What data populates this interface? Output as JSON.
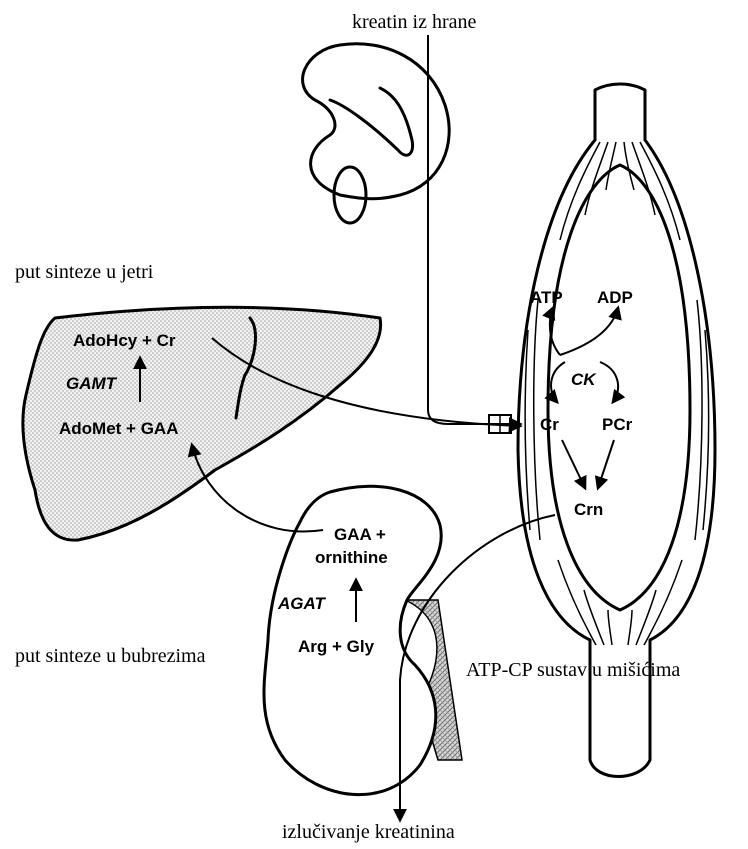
{
  "captions": {
    "dietary": "kreatin iz hrane",
    "liver_path": "put sinteze u jetri",
    "kidney_path": "put sinteze u bubrezima",
    "muscle_system": "ATP-CP sustav u mišićima",
    "excretion": "izlučivanje kreatinina"
  },
  "liver": {
    "product": "AdoHcy + Cr",
    "enzyme": "GAMT",
    "substrate": "AdoMet + GAA"
  },
  "kidney": {
    "product_line1": "GAA +",
    "product_line2": "ornithine",
    "enzyme": "AGAT",
    "substrate": "Arg + Gly"
  },
  "muscle": {
    "atp": "ATP",
    "adp": "ADP",
    "enzyme": "CK",
    "cr": "Cr",
    "pcr": "PCr",
    "crn": "Crn"
  }
}
